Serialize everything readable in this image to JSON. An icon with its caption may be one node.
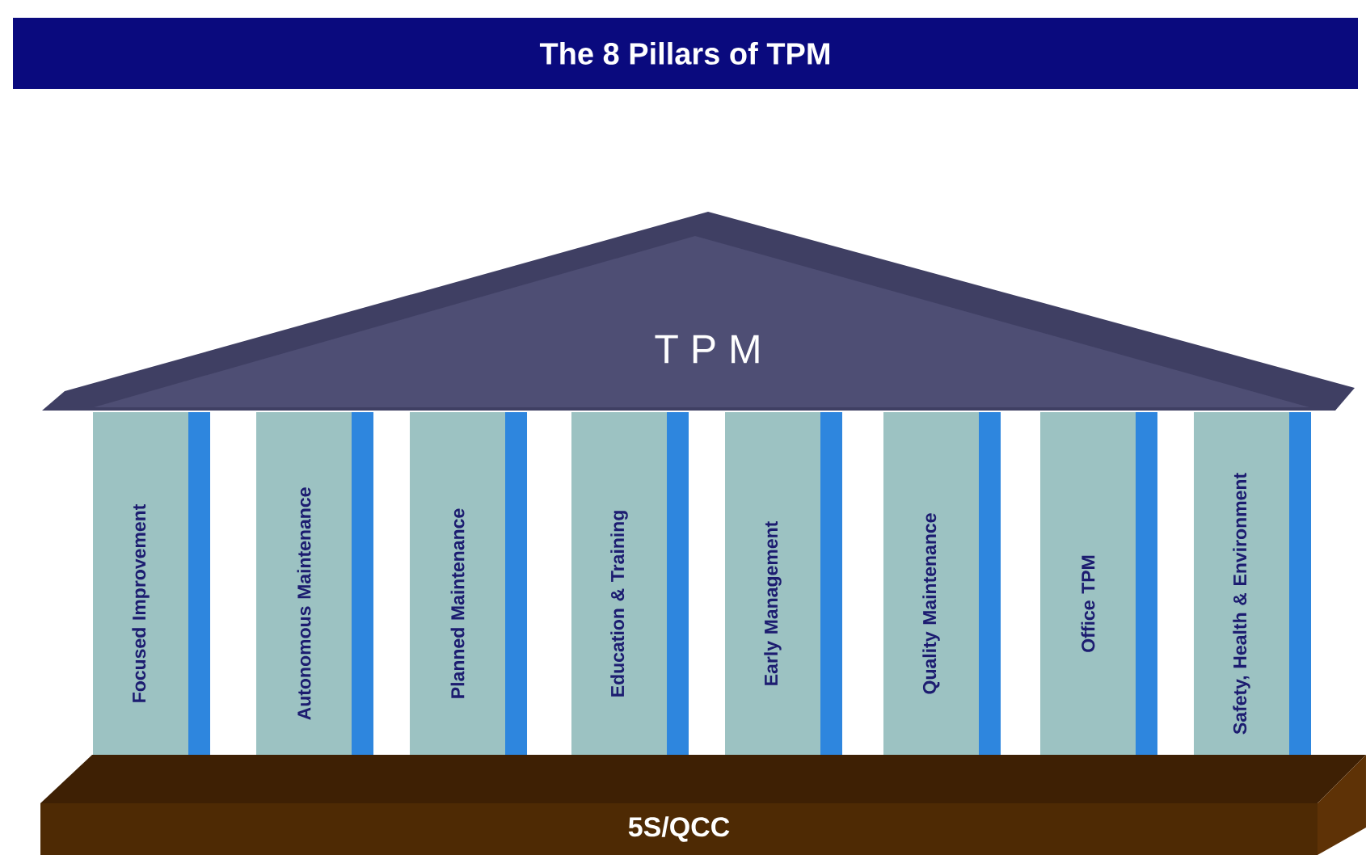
{
  "diagram": {
    "title": "The 8 Pillars of TPM",
    "nodes": [
      {
        "text": [
          "T P M"
        ]
      },
      {
        "text": [
          "Focused Improvement"
        ]
      },
      {
        "text": [
          "Autonomous Maintenance"
        ]
      },
      {
        "text": [
          "Planned Maintenance"
        ]
      },
      {
        "text": [
          "Education & Training"
        ]
      },
      {
        "text": [
          "Early Management"
        ]
      },
      {
        "text": [
          "Quality Maintenance"
        ]
      },
      {
        "text": [
          "Office TPM"
        ]
      },
      {
        "text": [
          "Safety, Health & Environment"
        ]
      },
      {
        "text": [
          "5S/QCC"
        ]
      }
    ]
  }
}
